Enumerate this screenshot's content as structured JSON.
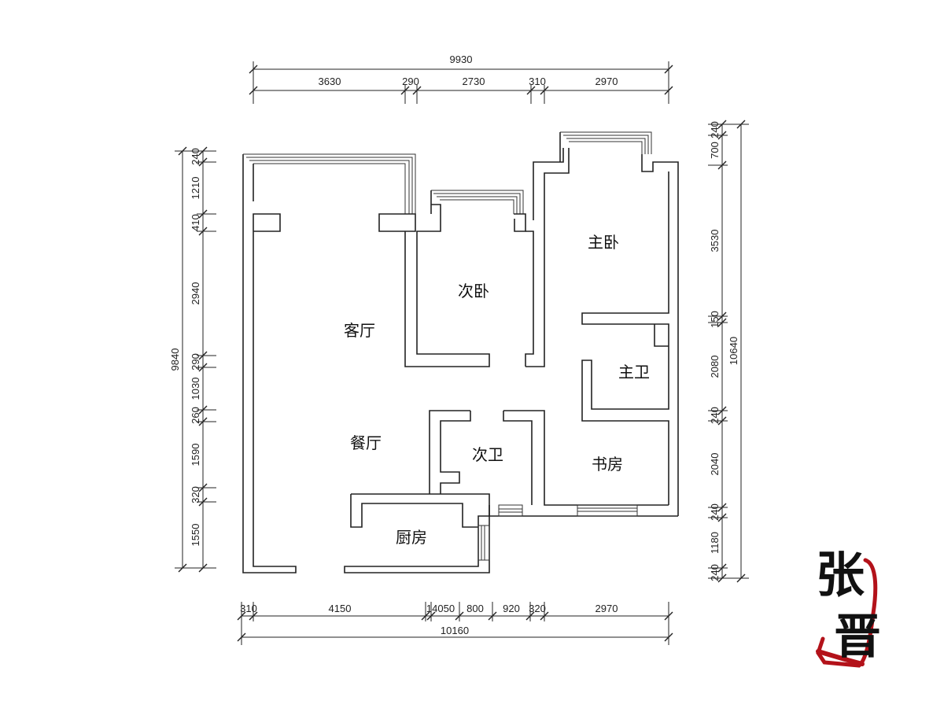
{
  "rooms": {
    "living": "客厅",
    "dining": "餐厅",
    "second_bedroom": "次卧",
    "master_bedroom": "主卧",
    "master_bath": "主卫",
    "second_bath": "次卫",
    "study": "书房",
    "kitchen": "厨房"
  },
  "dimensions": {
    "top_total": "9930",
    "top_segments": [
      "3630",
      "290",
      "2730",
      "310",
      "2970"
    ],
    "bottom_total": "10160",
    "bottom_segments": [
      "310",
      "4150",
      "14050",
      "800",
      "920",
      "320",
      "2970"
    ],
    "left_total": "9840",
    "left_segments": [
      "240",
      "1210",
      "410",
      "2940",
      "290",
      "1030",
      "260",
      "1590",
      "320",
      "1550"
    ],
    "right_total": "10640",
    "right_segments": [
      "240",
      "700",
      "3530",
      "150",
      "2080",
      "240",
      "2040",
      "240",
      "1180",
      "240"
    ]
  },
  "seal": {
    "char_top": "张",
    "char_bottom": "晋",
    "color": "#b3121a"
  }
}
